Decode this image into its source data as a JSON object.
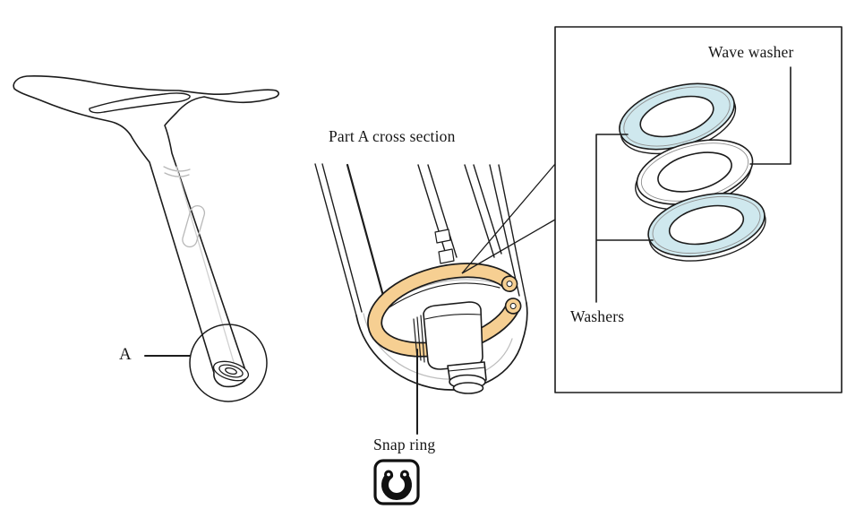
{
  "labels": {
    "part_a_caption": "Part A cross section",
    "marker_a": "A",
    "snap_ring": "Snap ring",
    "wave_washer": "Wave washer",
    "washers": "Washers"
  },
  "icons": {
    "snap_ring_icon": "snap-ring-symbol"
  },
  "colors": {
    "washer_blue": "#cfe8ee",
    "snap_ring_orange": "#f6cf92",
    "line": "#1c1c1c"
  }
}
